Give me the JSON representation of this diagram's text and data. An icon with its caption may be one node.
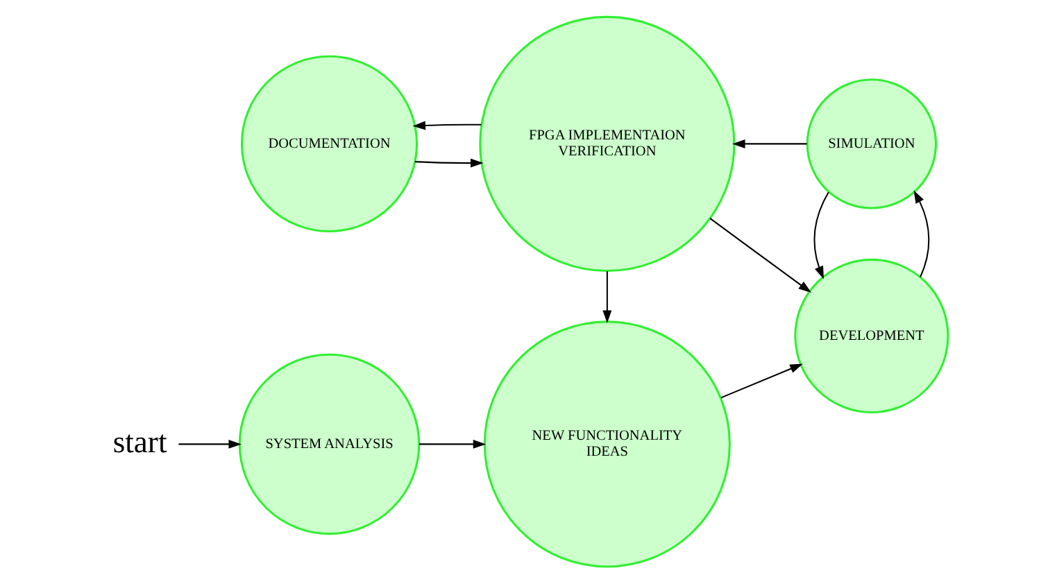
{
  "diagram": {
    "nodes": [
      {
        "text": [
          "start"
        ]
      },
      {
        "text": [
          "SYSTEM ANALYSIS"
        ]
      },
      {
        "text": [
          "NEW FUNCTIONALITY IDEAS"
        ]
      },
      {
        "text": [
          "DEVELOPMENT"
        ]
      },
      {
        "text": [
          "DOCUMENTATION"
        ]
      },
      {
        "text": [
          "FPGA IMPLEMENTAION VERIFICATION"
        ]
      },
      {
        "text": [
          "SIMULATION"
        ]
      }
    ],
    "edges": [
      {
        "from": 0,
        "to": 1,
        "arrow": "to"
      },
      {
        "from": 1,
        "to": 2,
        "arrow": "to"
      },
      {
        "from": 2,
        "to": 3,
        "arrow": "to"
      },
      {
        "from": 3,
        "to": 6,
        "arrow": "to"
      },
      {
        "from": 6,
        "to": 5,
        "arrow": "to"
      },
      {
        "from": 5,
        "to": 4,
        "arrow": "to"
      },
      {
        "from": 4,
        "to": 5,
        "arrow": "to"
      },
      {
        "from": 5,
        "to": 2,
        "arrow": "to"
      },
      {
        "from": 5,
        "to": 3,
        "arrow": "to"
      },
      {
        "from": 6,
        "to": 3,
        "arrow": "to"
      }
    ]
  }
}
